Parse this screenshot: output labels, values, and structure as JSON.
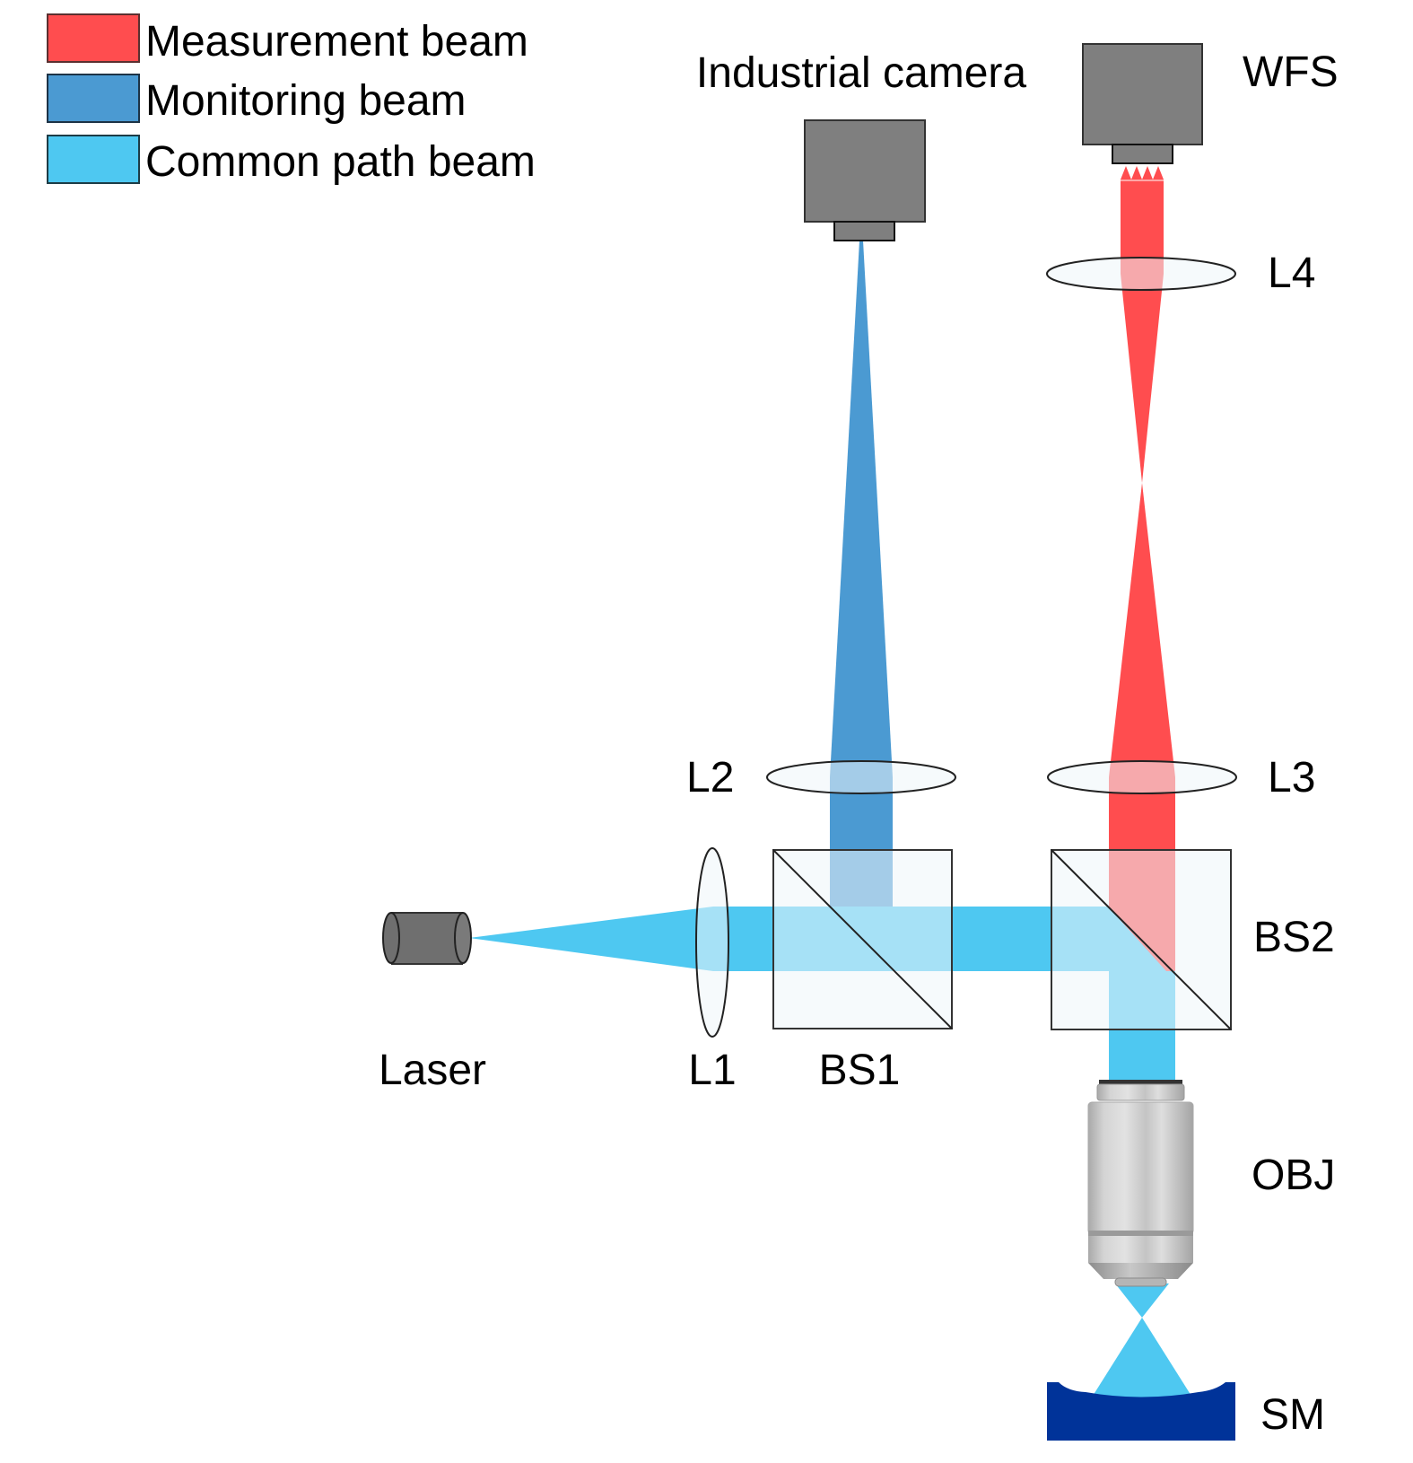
{
  "legend": {
    "items": [
      {
        "key": "measurement",
        "label": "Measurement beam",
        "color": "#ff4d4f"
      },
      {
        "key": "monitoring",
        "label": "Monitoring beam",
        "color": "#4b9ad2"
      },
      {
        "key": "common",
        "label": "Common path beam",
        "color": "#4ec8f1"
      }
    ]
  },
  "components": {
    "industrial_camera": "Industrial camera",
    "wfs": "WFS",
    "l4": "L4",
    "l3": "L3",
    "l2": "L2",
    "l1": "L1",
    "bs1": "BS1",
    "bs2": "BS2",
    "laser": "Laser",
    "obj": "OBJ",
    "sm": "SM"
  },
  "colors": {
    "measurement_beam": "#ff4d4f",
    "monitoring_beam": "#4b9ad2",
    "common_beam": "#4ec8f1",
    "device_gray": "#7f7f7f",
    "glass": "#eef6f9",
    "mirror": "#003399"
  }
}
